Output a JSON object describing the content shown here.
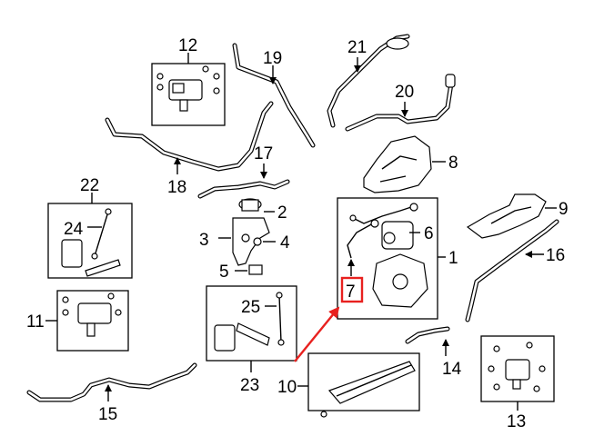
{
  "diagram": {
    "callouts": {
      "c1": "1",
      "c2": "2",
      "c3": "3",
      "c4": "4",
      "c5": "5",
      "c6": "6",
      "c7": "7",
      "c8": "8",
      "c9": "9",
      "c10": "10",
      "c11": "11",
      "c12": "12",
      "c13": "13",
      "c14": "14",
      "c15": "15",
      "c16": "16",
      "c17": "17",
      "c18": "18",
      "c19": "19",
      "c20": "20",
      "c21": "21",
      "c22": "22",
      "c23": "23",
      "c24": "24",
      "c25": "25"
    },
    "highlight": {
      "callout": "7",
      "color": "#e8211f"
    },
    "colors": {
      "line": "#000000",
      "background": "#ffffff"
    }
  }
}
